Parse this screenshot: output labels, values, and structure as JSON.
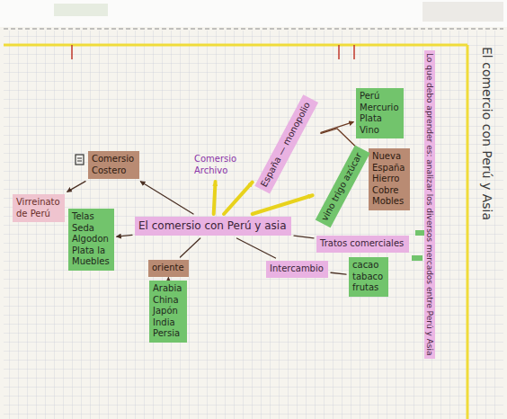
{
  "diagram": {
    "title": "El comercio con Perú y Asia",
    "nodes": [
      {
        "text": [
          "El comersio con Perú y asia"
        ]
      },
      {
        "text": [
          "Comersio Costero"
        ]
      },
      {
        "text": [
          "Virreinato de Perú"
        ]
      },
      {
        "text": [
          "Telas Seda Algodon Plata la Muebles"
        ]
      },
      {
        "text": [
          "oriente"
        ]
      },
      {
        "text": [
          "Arabia China Japón India Persia"
        ]
      },
      {
        "text": [
          "Comersio Archivo"
        ]
      },
      {
        "text": [
          "España — monopolio"
        ]
      },
      {
        "text": [
          "Perú Mercurio Plata Vino"
        ]
      },
      {
        "text": [
          "Nueva España Hierro Cobre Mobles"
        ]
      },
      {
        "text": [
          "vino trigo azúcar"
        ]
      },
      {
        "text": [
          "Tratos comerciales"
        ]
      },
      {
        "text": [
          "Intercambio"
        ]
      },
      {
        "text": [
          "cacao tabaco frutas"
        ]
      }
    ],
    "edges": [
      {
        "from": 0,
        "to": 1,
        "arrow": "to"
      },
      {
        "from": 1,
        "to": 2,
        "arrow": "to"
      },
      {
        "from": 0,
        "to": 3,
        "arrow": "to"
      },
      {
        "from": 0,
        "to": 4,
        "arrow": "none"
      },
      {
        "from": 4,
        "to": 5,
        "arrow": "to"
      },
      {
        "from": 0,
        "to": 6,
        "arrow": "to"
      },
      {
        "from": 0,
        "to": 7,
        "arrow": "to"
      },
      {
        "from": 7,
        "to": 8,
        "arrow": "to"
      },
      {
        "from": 7,
        "to": 9,
        "arrow": "to"
      },
      {
        "from": 0,
        "to": 10,
        "arrow": "to"
      },
      {
        "from": 0,
        "to": 11,
        "arrow": "none"
      },
      {
        "from": 0,
        "to": 12,
        "arrow": "none"
      },
      {
        "from": 12,
        "to": 13,
        "arrow": "none"
      }
    ],
    "labels": [
      "Lo que debo aprender es: analizar los diversos mercados entre Perú y Asia"
    ]
  }
}
